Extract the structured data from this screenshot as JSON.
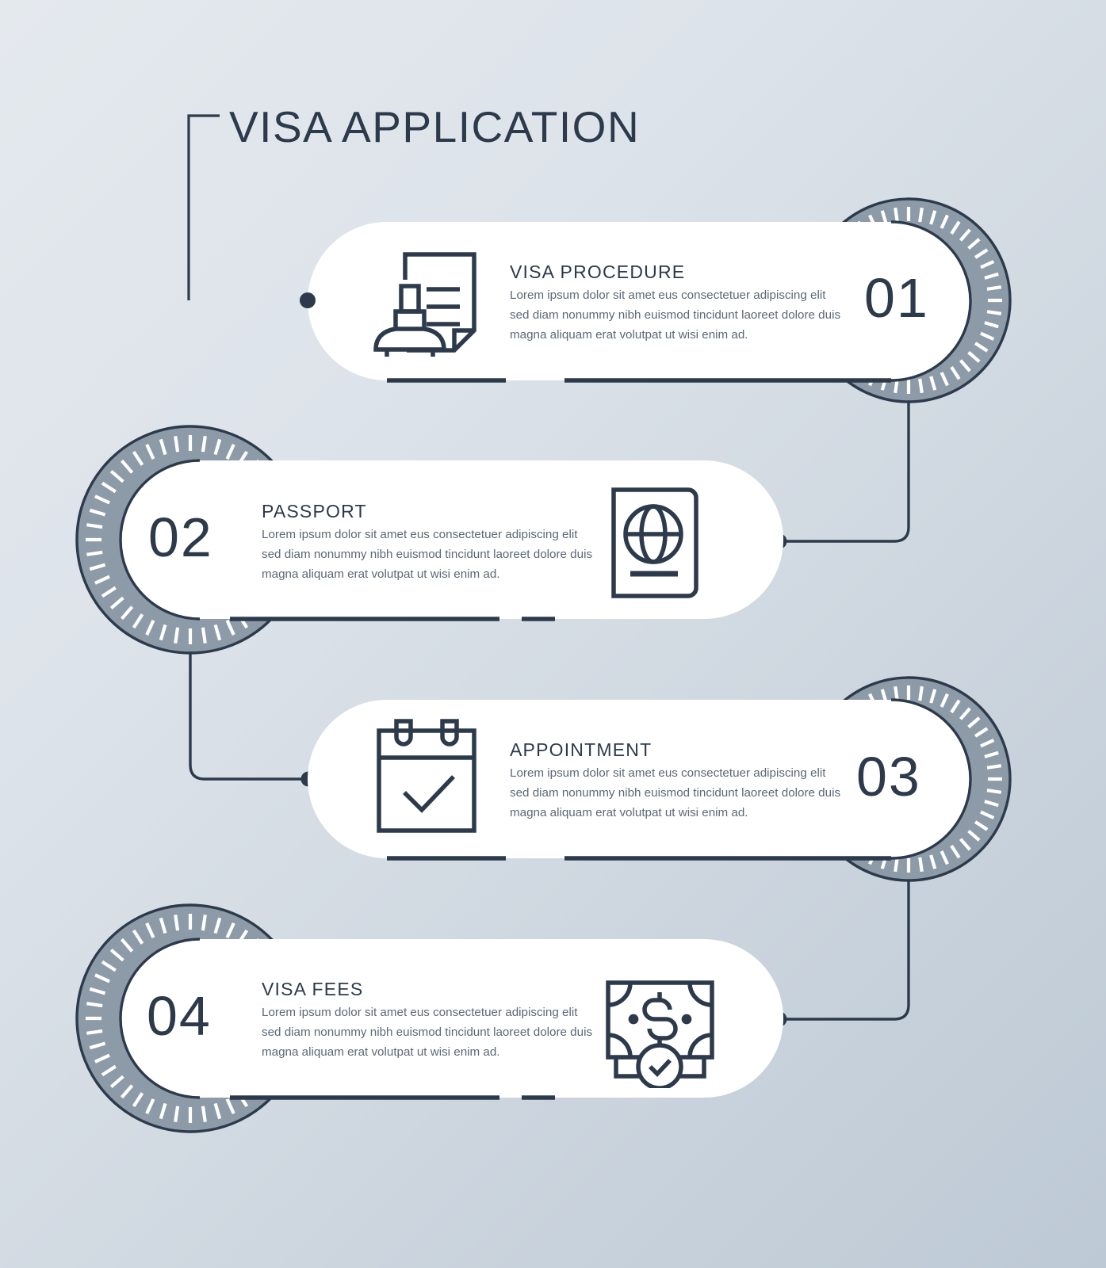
{
  "header": {
    "title": "VISA APPLICATION"
  },
  "colors": {
    "ink": "#2c3a4b",
    "disc_gray": "#8d9aa8",
    "card_white": "#ffffff",
    "body_text": "#5b6876",
    "background_light": "#e4e9ee",
    "background_dark": "#bdc9d5",
    "tick_white": "#ffffff"
  },
  "steps": [
    {
      "number": "01",
      "title": "VISA PROCEDURE",
      "body": "Lorem ipsum dolor sit amet eus consectetuer adipiscing elit sed diam nonummy nibh euismod tincidunt laoreet dolore duis magna aliquam erat volutpat ut wisi enim ad.",
      "icon": "document-stamp-icon",
      "side": "right"
    },
    {
      "number": "02",
      "title": "PASSPORT",
      "body": "Lorem ipsum dolor sit amet eus consectetuer adipiscing elit sed diam nonummy nibh euismod tincidunt laoreet dolore duis magna aliquam erat volutpat ut wisi enim ad.",
      "icon": "passport-globe-icon",
      "side": "left"
    },
    {
      "number": "03",
      "title": "APPOINTMENT",
      "body": "Lorem ipsum dolor sit amet eus consectetuer adipiscing elit sed diam nonummy nibh euismod tincidunt laoreet dolore duis magna aliquam erat volutpat ut wisi enim ad.",
      "icon": "calendar-check-icon",
      "side": "right"
    },
    {
      "number": "04",
      "title": "VISA FEES",
      "body": "Lorem ipsum dolor sit amet eus consectetuer adipiscing elit sed diam nonummy nibh euismod tincidunt laoreet dolore duis magna aliquam erat volutpat ut wisi enim ad.",
      "icon": "banknote-dollar-check-icon",
      "side": "left"
    }
  ]
}
